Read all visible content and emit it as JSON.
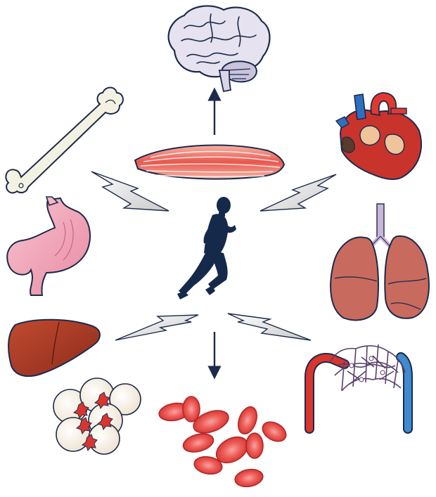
{
  "figure": {
    "center": {
      "icon": "running-person-icon"
    },
    "organs": [
      {
        "name": "brain",
        "icon": "brain-icon"
      },
      {
        "name": "muscle",
        "icon": "muscle-fiber-icon"
      },
      {
        "name": "heart",
        "icon": "heart-icon"
      },
      {
        "name": "lungs",
        "icon": "lungs-icon"
      },
      {
        "name": "blood-vessels",
        "icon": "capillary-network-icon"
      },
      {
        "name": "blood-cells",
        "icon": "red-blood-cells-icon"
      },
      {
        "name": "adipose-tissue",
        "icon": "fat-cells-icon"
      },
      {
        "name": "liver",
        "icon": "liver-icon"
      },
      {
        "name": "stomach",
        "icon": "stomach-intestine-icon"
      },
      {
        "name": "bone",
        "icon": "femur-bone-icon"
      }
    ],
    "connectors": [
      {
        "type": "arrow",
        "target": "brain"
      },
      {
        "type": "arrow",
        "target": "blood-cells"
      },
      {
        "type": "lightning",
        "target": "bone"
      },
      {
        "type": "lightning",
        "target": "heart"
      },
      {
        "type": "lightning",
        "target": "liver"
      },
      {
        "type": "lightning",
        "target": "blood-vessels"
      }
    ],
    "colors": {
      "outline": "#1c2a4a",
      "runner": "#15294a",
      "brain": "#e6e2ef",
      "muscle": "#e9574e",
      "heart": "#c8342c",
      "heart_aorta": "#e03a30",
      "heart_vein": "#2f6fc0",
      "heart_fat": "#efc49a",
      "lungs": "#c96a5e",
      "trachea": "#c8b6d8",
      "vessel_red": "#d8352e",
      "vessel_blue": "#3f8ad0",
      "rbc": "#e94848",
      "fat_cell": "#f7efe2",
      "liver": "#a93a27",
      "stomach": "#f0a2b6",
      "bone": "#f3f1e2",
      "lightning": "#dcdcdc"
    }
  }
}
